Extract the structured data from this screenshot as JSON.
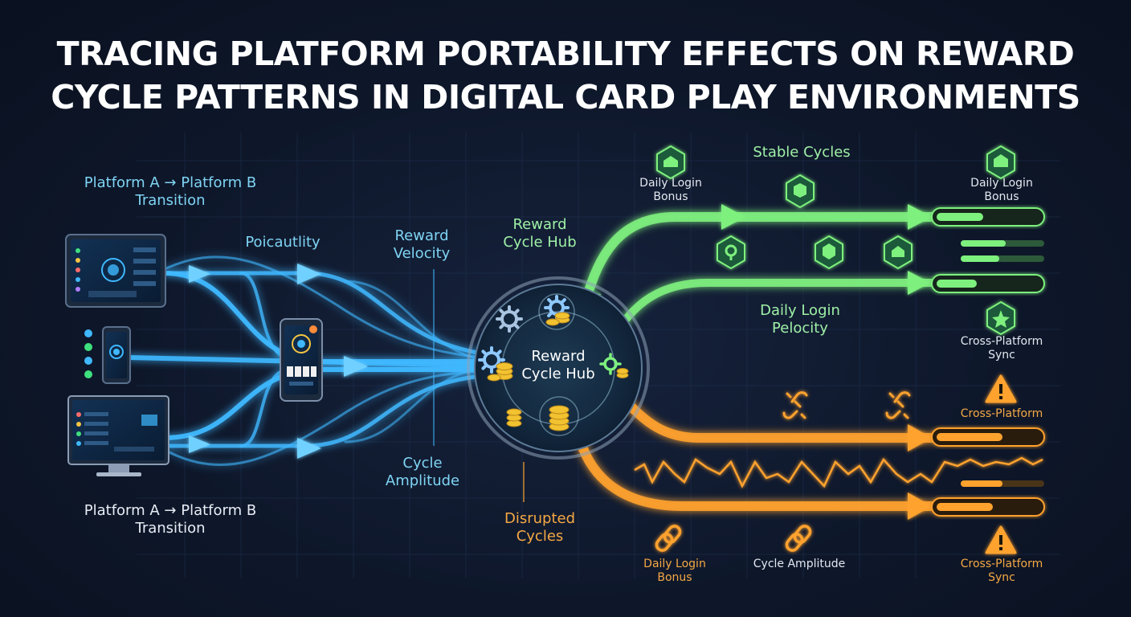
{
  "title": {
    "line1": "TRACING PLATFORM PORTABILITY EFFECTS ON REWARD",
    "line2": "CYCLE PATTERNS IN DIGITAL CARD PLAY ENVIRONMENTS"
  },
  "labels": {
    "transition_top": [
      "Platform A → Platform B",
      "Transition"
    ],
    "transition_bottom": [
      "Platform A → Platform B",
      "Transition"
    ],
    "poicautlity": "Poicautlity",
    "reward_velocity": [
      "Reward",
      "Velocity"
    ],
    "cycle_amplitude_mid": [
      "Cycle",
      "Amplitude"
    ],
    "reward_cycle_hub_upper": [
      "Reward",
      "Cycle Hub"
    ],
    "reward_cycle_hub_center": [
      "Reward",
      "Cycle Hub"
    ],
    "disrupted_cycles": [
      "Disrupted",
      "Cycles"
    ],
    "stable_cycles": "Stable Cycles",
    "daily_login_bonus_top_mid": [
      "Daily Login",
      "Bonus"
    ],
    "daily_login_bonus_top_right": [
      "Daily Login",
      "Bonus"
    ],
    "daily_login_pelocity": [
      "Daily Login",
      "Pelocity"
    ],
    "cross_platform_sync_right": [
      "Cross-Platform",
      "Sync"
    ],
    "cross_platform_warning_mid": "Cross-Platform",
    "daily_login_bonus_bottom": [
      "Daily Login",
      "Bonus"
    ],
    "cycle_amplitude_bottom": "Cycle Amplitude",
    "cross_platform_sync_bottom": [
      "Cross-Platform",
      "Sync"
    ]
  },
  "colors": {
    "background": "#0d1526",
    "blue_flow": "#3fb8ff",
    "green_flow": "#7ef07e",
    "orange_flow": "#ffa22e",
    "hub_ring": "#8ea2b8",
    "coin": "#f2c230"
  },
  "icons": [
    "tablet-device-icon",
    "phone-device-icon",
    "desktop-monitor-icon",
    "gear-icon",
    "coin-stack-icon",
    "hexagon-badge-icon",
    "broken-link-icon",
    "chain-link-icon",
    "warning-triangle-icon",
    "star-badge-icon"
  ]
}
